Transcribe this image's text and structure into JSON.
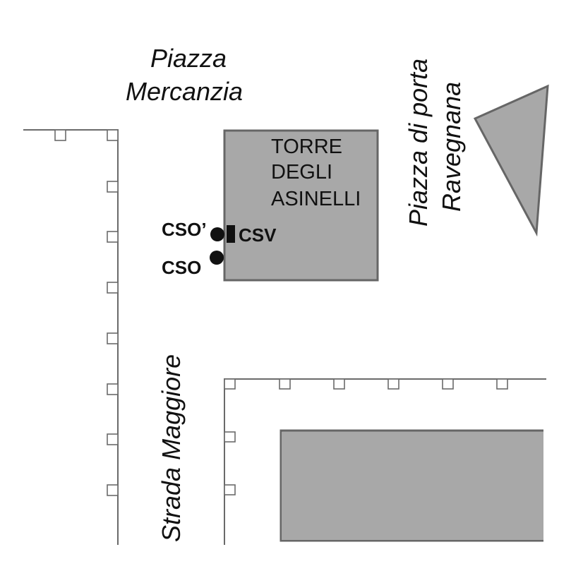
{
  "places": {
    "piazza_mercanzia": [
      "Piazza",
      "Mercanzia"
    ],
    "piazza_porta_ravegnana": [
      "Piazza di porta",
      "Ravegnana"
    ],
    "strada_maggiore": "Strada Maggiore"
  },
  "tower": {
    "lines": [
      "TORRE",
      "DEGLI",
      "ASINELLI"
    ]
  },
  "sensors": {
    "cso_prime": "CSO’",
    "cso": "CSO",
    "csv": "CSV"
  },
  "colors": {
    "building_fill": "#a8a8a8",
    "building_stroke": "#666666",
    "street_line": "#6a6a6a",
    "text": "#111111"
  }
}
